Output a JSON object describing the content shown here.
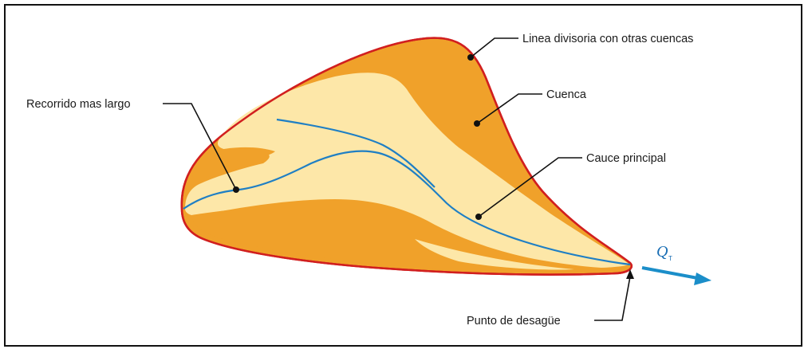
{
  "labels": {
    "divide": "Linea divisoria con otras cuencas",
    "basin": "Cuenca",
    "longest_path": "Recorrido mas largo",
    "main_channel": "Cauce principal",
    "outlet": "Punto de desagüe"
  },
  "flow": {
    "symbol": "Q",
    "subscript": "T"
  },
  "colors": {
    "basin_outer": "#f0a12a",
    "basin_inner": "#fde7a8",
    "divide_line": "#d11f1f",
    "channel": "#1f7fc4",
    "arrow": "#1b8ec9",
    "leader": "#111111"
  }
}
